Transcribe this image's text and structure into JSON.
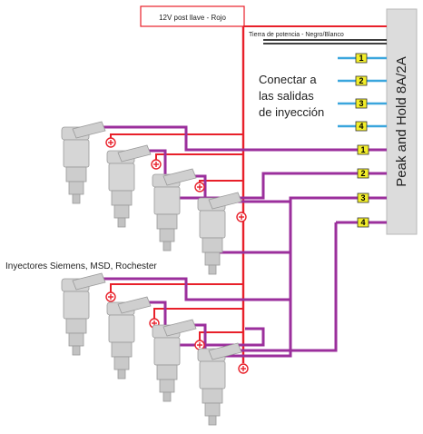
{
  "labels": {
    "power_12v": "12V post llave - Rojo",
    "ground": "Tierra de potencia - Negro/Blanco",
    "connect_line1": "Conectar a",
    "connect_line2": "las salidas",
    "connect_line3": "de inyección",
    "injectors_note": "Inyectores Siemens, MSD, Rochester",
    "module": "Peak and Hold 8A/2A"
  },
  "outputs": [
    "1",
    "2",
    "3",
    "4"
  ],
  "injector_pins": [
    "1",
    "2",
    "3",
    "4"
  ],
  "colors": {
    "power_wire": "#e8202a",
    "ground_wire": "#000000",
    "signal_wire": "#9b2f9c",
    "output_wire": "#3aa6dd",
    "pin_fill": "#f2ee2a",
    "module_fill": "#dcdcdc",
    "injector_fill": "#d2d2d2"
  }
}
